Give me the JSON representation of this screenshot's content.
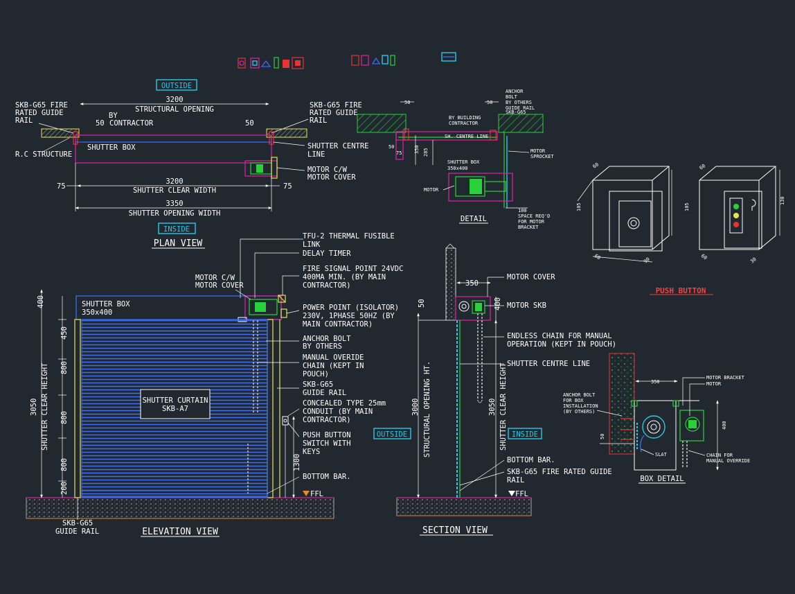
{
  "plan": {
    "tag_outside": "OUTSIDE",
    "tag_inside": "INSIDE",
    "dim_3200_top": "3200",
    "structural_opening": "STRUCTURAL OPENING",
    "by": "BY",
    "dim_50_left": "50",
    "contractor": "CONTRACTOR",
    "dim_50_right": "50",
    "guide_rail_left_1": "SKB-G65 FIRE",
    "guide_rail_left_2": "RATED GUIDE",
    "guide_rail_left_3": "RAIL",
    "guide_rail_right_1": "SKB-G65 FIRE",
    "guide_rail_right_2": "RATED GUIDE",
    "guide_rail_right_3": "RAIL",
    "rc_structure": "R.C STRUCTURE",
    "shutter_box": "SHUTTER BOX",
    "centre_line_1": "SHUTTER CENTRE",
    "centre_line_2": "LINE",
    "motor_1": "MOTOR C/W",
    "motor_2": "MOTOR COVER",
    "dim_75_left": "75",
    "dim_75_right": "75",
    "dim_3200_clear": "3200",
    "clear_width": "SHUTTER CLEAR WIDTH",
    "dim_3350": "3350",
    "opening_width": "SHUTTER OPENING WIDTH",
    "title": "PLAN VIEW"
  },
  "detail": {
    "anchor_1": "ANCHOR",
    "anchor_2": "BOLT",
    "anchor_3": "BY OTHERS",
    "guide_1": "GUIDE RAIL",
    "guide_2": "SKB-G65",
    "by_building_1": "BY BUILDING",
    "by_building_2": "CONTRACTOR",
    "dim_50a": "50",
    "dim_50b": "50",
    "sh_centre": "SH. CENTRE LINE",
    "dim_50c": "50",
    "dim_75": "75",
    "dim_350": "350",
    "dim_285": "285",
    "motor_sprocket_1": "MOTOR",
    "motor_sprocket_2": "SPROCKET",
    "box_1": "SHUTTER BOX",
    "box_2": "350x400",
    "motor": "MOTOR",
    "space_1": "100",
    "space_2": "SPACE REQ'D",
    "space_3": "FOR MOTOR",
    "space_4": "BRACKET",
    "title": "DETAIL"
  },
  "push": {
    "dim_60a": "60",
    "dim_105a": "105",
    "dim_60b": "60",
    "dim_90a": "90",
    "dim_60c": "60",
    "dim_105b": "105",
    "dim_130": "130",
    "dim_60d": "60",
    "dim_30": "30",
    "title": "PUSH BUTTON"
  },
  "elevation": {
    "box_1": "SHUTTER BOX",
    "box_2": "350x400",
    "motor_1": "MOTOR C/W",
    "motor_2": "MOTOR COVER",
    "dim_400": "400",
    "dim_450": "450",
    "dim_800a": "800",
    "dim_800b": "800",
    "dim_800c": "800",
    "dim_200": "200",
    "dim_3050": "3050",
    "clear_height": "SHUTTER CLEAR HEIGHT",
    "curtain_1": "SHUTTER CURTAIN",
    "curtain_2": "SKB-A7",
    "dim_1300": "1300",
    "ffl": "FFL",
    "guide_1": "SKB-G65",
    "guide_2": "GUIDE RAIL",
    "title": "ELEVATION VIEW",
    "callouts": [
      "TFU-2 THERMAL FUSIBLE",
      "LINK",
      "DELAY TIMER",
      "FIRE SIGNAL POINT 24VDC",
      "400MA MIN. (BY MAIN",
      "CONTRACTOR)",
      "POWER POINT (ISOLATOR)",
      "230V, 1PHASE 50HZ (BY",
      "MAIN CONTRACTOR)",
      "ANCHOR BOLT",
      " BY OTHERS",
      "MANUAL OVERIDE",
      "CHAIN (KEPT IN",
      "POUCH)",
      "SKB-G65",
      "GUIDE RAIL",
      "CONCEALED TYPE 25mm",
      "CONDUIT (BY MAIN",
      "CONTRACTOR)",
      "PUSH BUTTON",
      "SWITCH WITH",
      "KEYS",
      "BOTTOM BAR."
    ]
  },
  "section": {
    "dim_350": "350",
    "dim_50": "50",
    "dim_400": "400",
    "dim_3000": "3000",
    "structural_ht": "STRUCTURAL OPENING HT.",
    "dim_3050": "3050",
    "clear_height": "SHUTTER CLEAR HEIGHT",
    "tag_outside": "OUTSIDE",
    "tag_inside": "INSIDE",
    "ffl": "FFL",
    "title": "SECTION VIEW",
    "callouts": [
      "MOTOR COVER",
      "MOTOR SKB",
      "ENDLESS CHAIN FOR MANUAL",
      "OPERATION (KEPT IN POUCH)",
      "SHUTTER CENTRE LINE",
      "BOTTOM BAR.",
      "SKB-G65 FIRE RATED GUIDE",
      "RAIL"
    ]
  },
  "boxdetail": {
    "dim_350": "350",
    "bracket": "MOTOR BRACKET",
    "motor": "MOTOR",
    "anchor_1": "ANCHOR BOLT",
    "anchor_2": "FOR BOX",
    "anchor_3": "INSTALLATION",
    "anchor_4": "(BY OTHERS)",
    "dim_400": "400",
    "dim_50": "50",
    "slat": "SLAT",
    "chain_1": "CHAIN FOR",
    "chain_2": "MANUAL OVERRIDE",
    "title": "BOX DETAIL"
  },
  "colors": {
    "background": "#212830",
    "magenta": "#d4239b",
    "blue": "#3a6cf4",
    "cyan": "#29c8e6",
    "green": "#28d13a",
    "yellow": "#e8e34a",
    "red_title": "#ee4444"
  }
}
